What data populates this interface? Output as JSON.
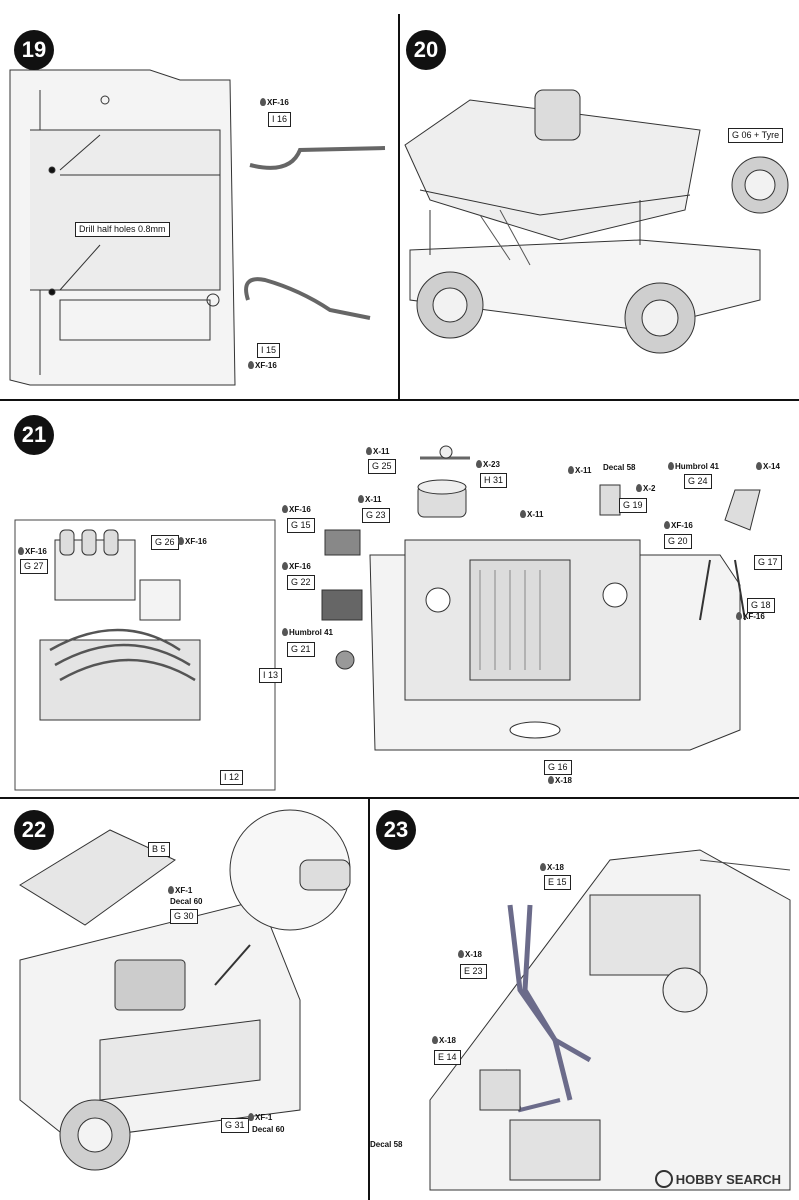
{
  "steps": {
    "s19": "19",
    "s20": "20",
    "s21": "21",
    "s22": "22",
    "s23": "23"
  },
  "step19": {
    "paint_i16": "XF-16",
    "part_i16": "I 16",
    "drill_note": "Drill half holes 0.8mm",
    "part_i15": "I 15",
    "paint_i15": "XF-16"
  },
  "step20": {
    "tyre_label": "G 06 + Tyre"
  },
  "step21": {
    "paint_g25": "X-11",
    "part_g25": "G 25",
    "paint_h31": "X-23",
    "part_h31": "H 31",
    "paint_g23": "X-11",
    "part_g23": "G 23",
    "paint_g15": "XF-16",
    "part_g15": "G 15",
    "paint_g22": "XF-16",
    "part_g22": "G 22",
    "paint_g21": "Humbrol 41",
    "part_g21": "G 21",
    "paint_g26": "XF-16",
    "part_g26": "G 26",
    "paint_g27": "XF-16",
    "part_g27": "G 27",
    "part_i13": "I 13",
    "part_i12": "I 12",
    "paint_x11_centre": "X-11",
    "paint_g19_a": "X-11",
    "decal_58": "Decal 58",
    "paint_g19_b": "X-2",
    "part_g19": "G 19",
    "paint_g24_a": "Humbrol 41",
    "paint_g24_b": "X-14",
    "part_g24": "G 24",
    "paint_g20": "XF-16",
    "part_g20": "G 20",
    "part_g17": "G 17",
    "part_g18": "G 18",
    "paint_g18": "XF-16",
    "part_g16": "G 16",
    "paint_g16": "X-18"
  },
  "step22": {
    "part_b5": "B 5",
    "paint_g30": "XF-1",
    "decal_g30": "Decal 60",
    "part_g30": "G 30",
    "part_g31": "G 31",
    "paint_g31": "XF-1",
    "decal_g31": "Decal 60"
  },
  "step23": {
    "paint_e15": "X-18",
    "part_e15": "E 15",
    "paint_e23": "X-18",
    "part_e23": "E 23",
    "paint_e14": "X-18",
    "part_e14": "E 14",
    "decal_58": "Decal 58"
  },
  "watermark": {
    "brand": "HOBBY SEARCH"
  }
}
